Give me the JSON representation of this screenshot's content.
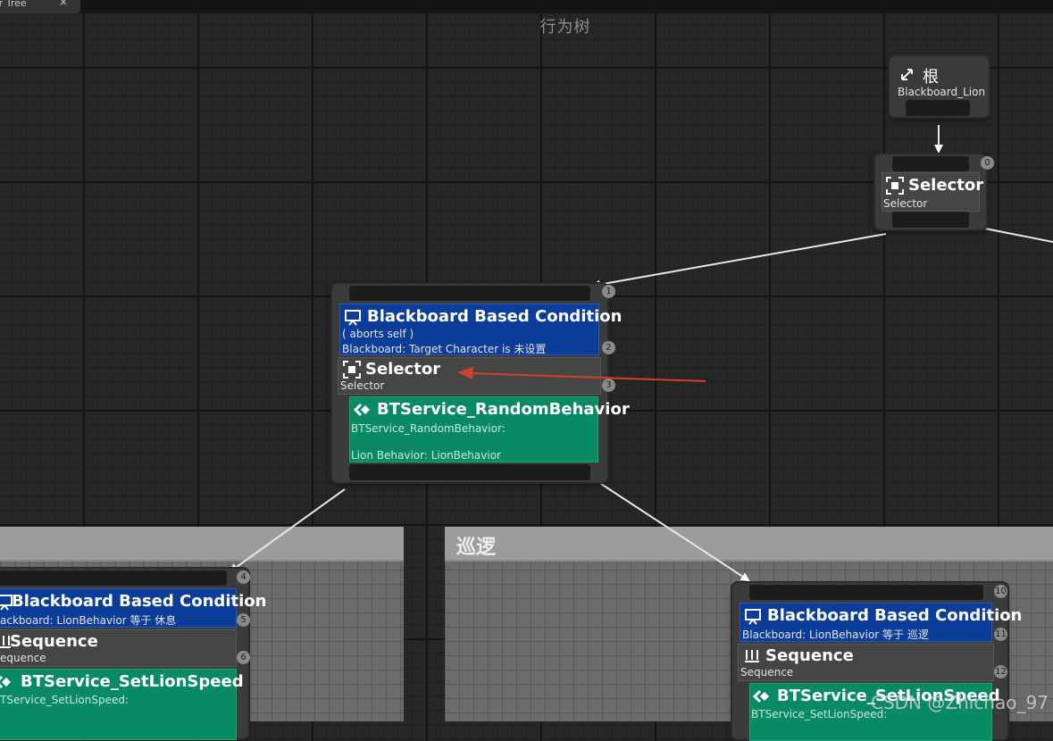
{
  "tab": {
    "label": "or Tree",
    "close": "×"
  },
  "graph_title": "行为树",
  "root": {
    "title": "根",
    "blackboard": "Blackboard_Lion"
  },
  "top_selector": {
    "index": "0",
    "title": "Selector",
    "subtitle": "Selector"
  },
  "middle": {
    "index": "1",
    "decorator": {
      "index": "2",
      "title": "Blackboard Based Condition",
      "line1": "( aborts self )",
      "line2": "Blackboard: Target Character is 未设置"
    },
    "composite": {
      "index": "3",
      "title": "Selector",
      "subtitle": "Selector"
    },
    "service": {
      "title": "BTService_RandomBehavior",
      "line1": "BTService_RandomBehavior:",
      "line2": "Lion Behavior: LionBehavior"
    }
  },
  "left_branch": {
    "index": "4",
    "decorator": {
      "index": "5",
      "title": "Blackboard Based Condition",
      "line1": "ackboard: LionBehavior 等于 休息"
    },
    "composite": {
      "index": "6",
      "title": "Sequence",
      "subtitle": "equence"
    },
    "service": {
      "title": "BTService_SetLionSpeed",
      "line1": "TService_SetLionSpeed:"
    }
  },
  "patrol_comment": {
    "title": "巡逻"
  },
  "right_branch": {
    "index": "10",
    "decorator": {
      "index": "11",
      "title": "Blackboard Based Condition",
      "line1": "Blackboard: LionBehavior 等于 巡逻"
    },
    "composite": {
      "index": "12",
      "title": "Sequence",
      "subtitle": "Sequence"
    },
    "service": {
      "title": "BTService_SetLionSpeed",
      "line1": "BTService_SetLionSpeed:"
    }
  },
  "watermark": "CSDN @Zhichao_97",
  "colors": {
    "decorator": "#0c3d99",
    "service": "#0a8a63",
    "composite": "#454545",
    "annotation_arrow": "#d0402a"
  }
}
